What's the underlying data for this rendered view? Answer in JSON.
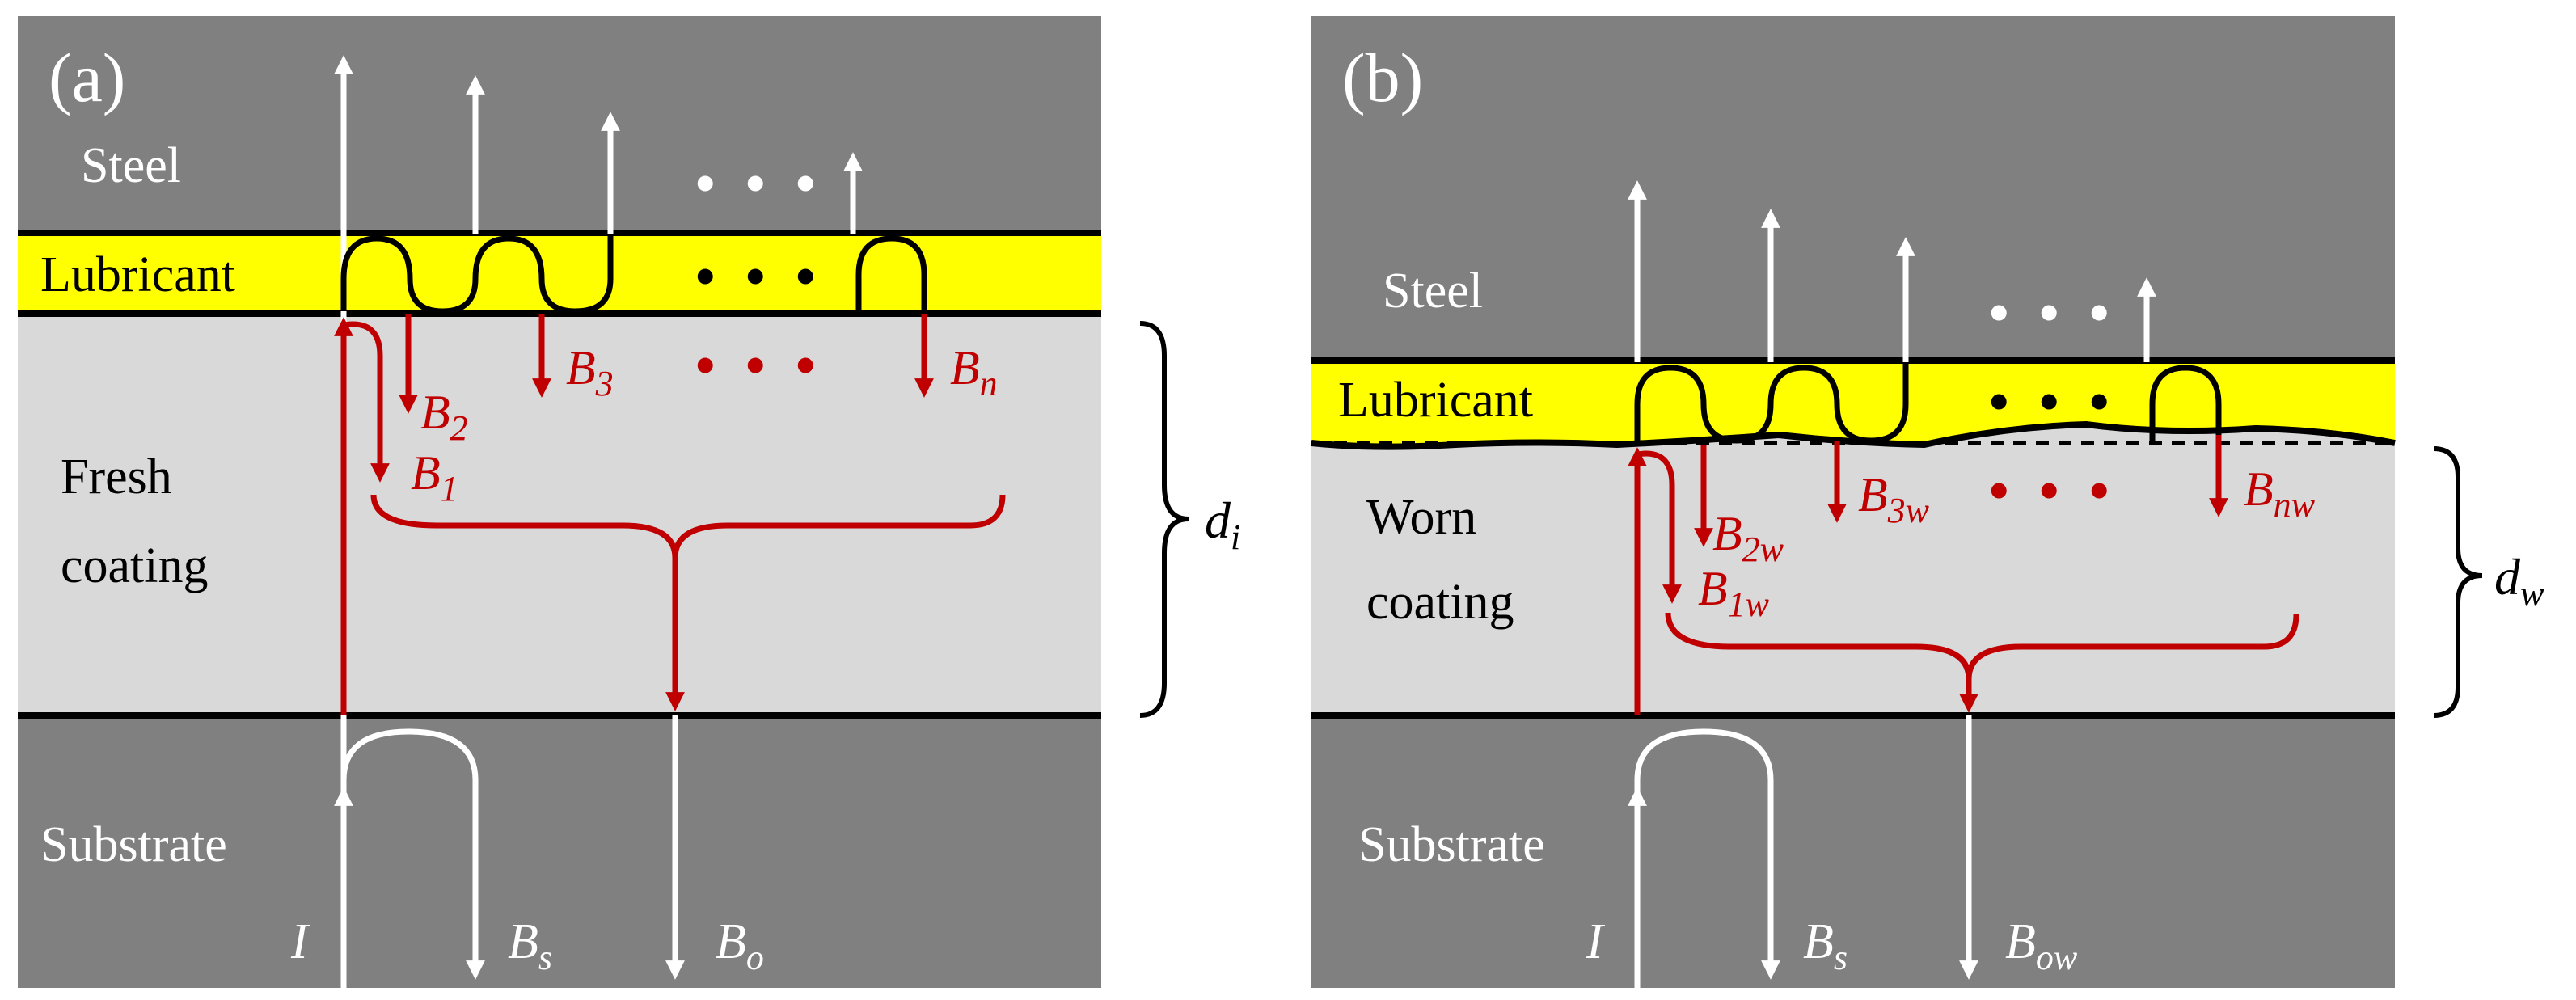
{
  "panel_a": {
    "tag": "(a)",
    "steel": "Steel",
    "lubricant": "Lubricant",
    "coating_line1": "Fresh",
    "coating_line2": "coating",
    "substrate": "Substrate",
    "incident": "I",
    "ellipsis": "• • •",
    "b1": {
      "main": "B",
      "sub": "1"
    },
    "b2": {
      "main": "B",
      "sub": "2"
    },
    "b3": {
      "main": "B",
      "sub": "3"
    },
    "bn": {
      "main": "B",
      "sub": "n"
    },
    "bs": {
      "main": "B",
      "sub": "s"
    },
    "bo": {
      "main": "B",
      "sub": "o"
    },
    "thickness": {
      "main": "d",
      "sub": "i"
    }
  },
  "panel_b": {
    "tag": "(b)",
    "steel": "Steel",
    "lubricant": "Lubricant",
    "coating_line1": "Worn",
    "coating_line2": "coating",
    "substrate": "Substrate",
    "incident": "I",
    "ellipsis": "• • •",
    "b1": {
      "main": "B",
      "sub": "1w"
    },
    "b2": {
      "main": "B",
      "sub": "2w"
    },
    "b3": {
      "main": "B",
      "sub": "3w"
    },
    "bn": {
      "main": "B",
      "sub": "nw"
    },
    "bs": {
      "main": "B",
      "sub": "s"
    },
    "bo": {
      "main": "B",
      "sub": "ow"
    },
    "thickness": {
      "main": "d",
      "sub": "w"
    }
  },
  "colors": {
    "steel": "#808080",
    "substrate": "#808080",
    "lubricant": "#ffff00",
    "coating": "#d9d9d9",
    "arrow_white": "#ffffff",
    "arrow_red": "#c00000",
    "boundary": "#000000"
  }
}
